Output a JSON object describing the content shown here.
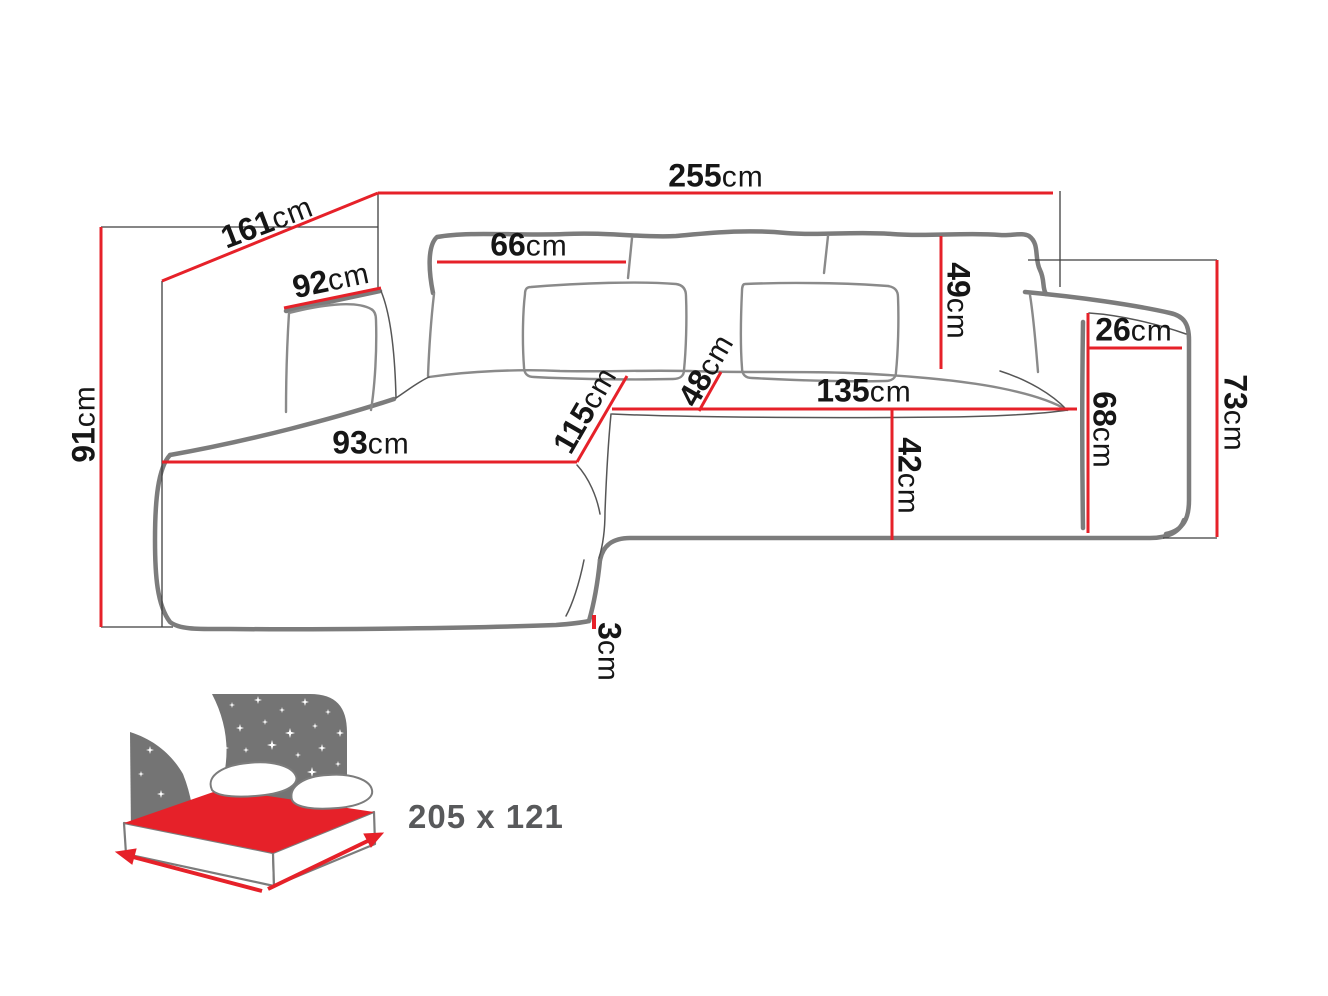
{
  "diagram": {
    "unit": "cm",
    "dims": {
      "d255": {
        "num": "255",
        "unit": "cm"
      },
      "d161": {
        "num": "161",
        "unit": "cm"
      },
      "d92": {
        "num": "92",
        "unit": "cm"
      },
      "d66": {
        "num": "66",
        "unit": "cm"
      },
      "d49": {
        "num": "49",
        "unit": "cm"
      },
      "d91": {
        "num": "91",
        "unit": "cm"
      },
      "d93": {
        "num": "93",
        "unit": "cm"
      },
      "d115": {
        "num": "115",
        "unit": "cm"
      },
      "d48": {
        "num": "48",
        "unit": "cm"
      },
      "d135": {
        "num": "135",
        "unit": "cm"
      },
      "d42": {
        "num": "42",
        "unit": "cm"
      },
      "d26": {
        "num": "26",
        "unit": "cm"
      },
      "d68": {
        "num": "68",
        "unit": "cm"
      },
      "d73": {
        "num": "73",
        "unit": "cm"
      },
      "d3": {
        "num": "3",
        "unit": "cm"
      }
    },
    "sleeping_area": {
      "size": "205 x 121",
      "icon": "bed-sleeping-function-icon"
    },
    "colors": {
      "dimension_red": "#e62129",
      "sofa_outline_gray": "#7c7c7c",
      "label_black": "#161616",
      "icon_gray": "#747474",
      "size_label_gray": "#58595b"
    }
  }
}
